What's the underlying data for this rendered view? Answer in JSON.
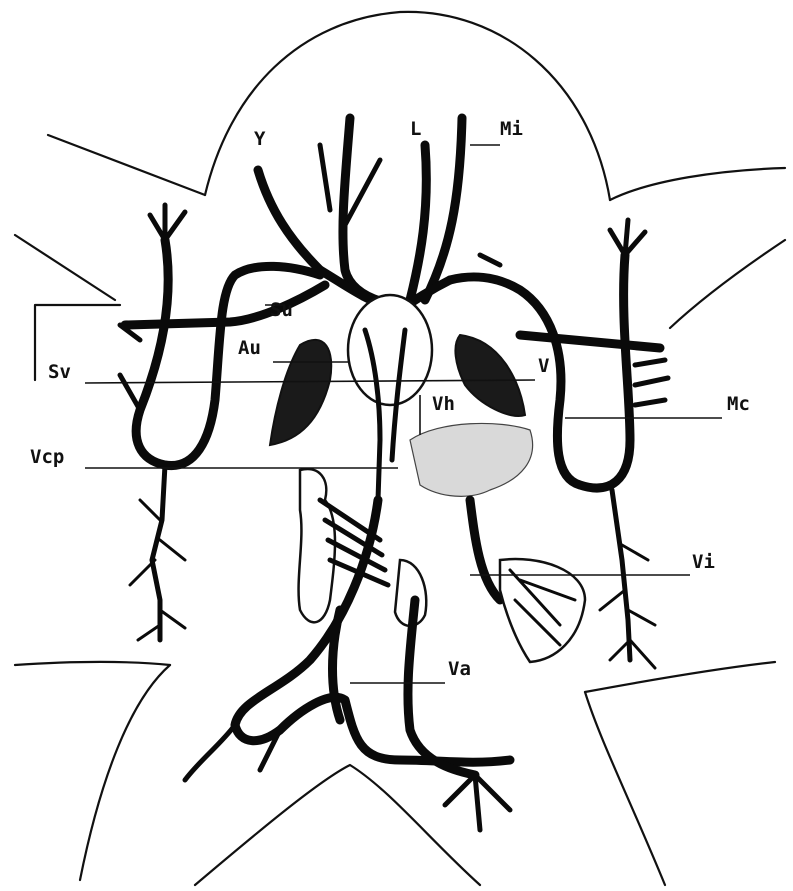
{
  "labels": {
    "Y": "Y",
    "L": "L",
    "Mi": "Mi",
    "Su": "Su",
    "Au": "Au",
    "Sv": "Sv",
    "V": "V",
    "Vh": "Vh",
    "Mc": "Mc",
    "Vcp": "Vcp",
    "Vi": "Vi",
    "Va": "Va"
  }
}
